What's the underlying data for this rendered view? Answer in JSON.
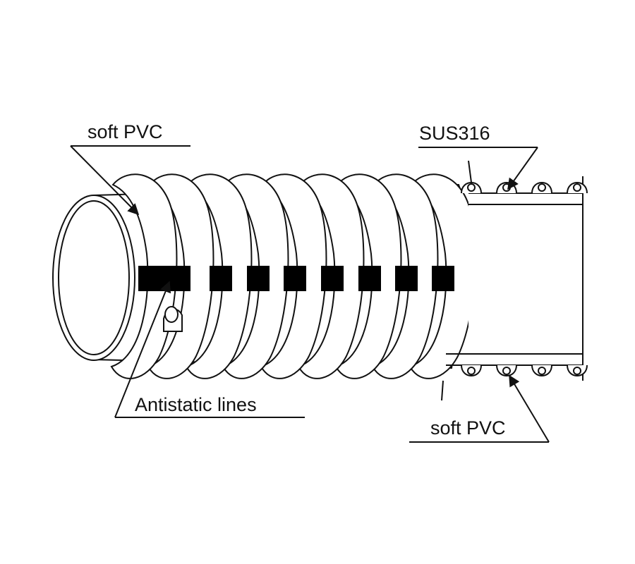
{
  "labels": {
    "outer_material": "soft PVC",
    "antistatic": "Antistatic lines",
    "wire": "SUS316",
    "inner_material": "soft PVC"
  },
  "colors": {
    "line": "#111111",
    "background": "#ffffff",
    "antistatic_band": "#000000"
  }
}
